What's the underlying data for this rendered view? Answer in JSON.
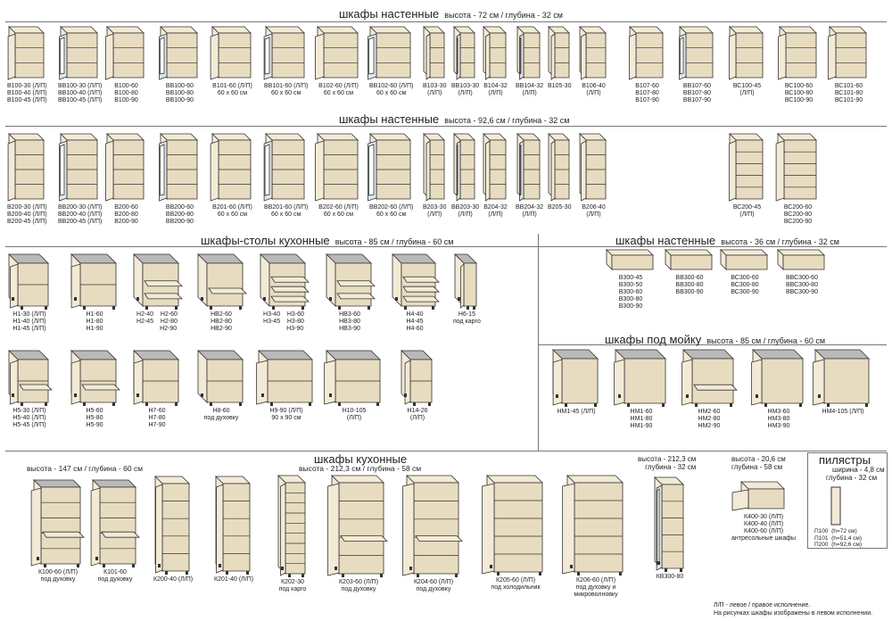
{
  "sections": {
    "wall1": {
      "title": "шкафы настенные",
      "dims": "высота - 72 см / глубина - 32 см"
    },
    "wall2": {
      "title": "шкафы настенные",
      "dims": "высота - 92,6 см / глубина - 32 см"
    },
    "base": {
      "title": "шкафы-столы кухонные",
      "dims": "высота - 85 см / глубина - 60 см"
    },
    "wall3": {
      "title": "шкафы настенные",
      "dims": "высота - 36 см / глубина - 32 см"
    },
    "sink": {
      "title": "шкафы под мойку",
      "dims": "высота - 85 см / глубина - 60 см"
    },
    "tall": {
      "title": "шкафы кухонные",
      "dims_a": "высота - 147 см / глубина - 60 см",
      "dims_b": "высота - 212,3 см / глубина - 58 см",
      "dims_c1": "высота - 212,3 см",
      "dims_c2": "глубина - 32 см",
      "dims_d1": "высота - 20,6 см",
      "dims_d2": "глубина - 58 см"
    },
    "pilasters": {
      "title": "пилястры",
      "w": "ширина - 4,8 см",
      "d": "глубина - 32 см",
      "items": "П100  (h=72 см)\nП101  (h=51,4 см)\nП200  (h=92,6 см)"
    }
  },
  "footnote": "Л/П - левое / правое исполнение.\nНа рисунках шкафы изображены в левом исполнении.",
  "row1": [
    "В100-30 (Л/П)\nВ100-40 (Л/П)\nВ100-45 (Л/П)",
    "ВВ100-30 (Л/П)\nВВ100-40 (Л/П)\nВВ100-45 (Л/П)",
    "В100-60\nВ100-80\nВ100-90",
    "ВВ100-60\nВВ100-80\nВВ100-90",
    "В101-60 (Л/П)\n60 х 60 см",
    "ВВ101-60 (Л/П)\n60 х 60 см",
    "В102-60 (Л/П)\n60 х 60 см",
    "ВВ102-60 (Л/П)\n60 х 60 см",
    "В103-30\n(Л/П)",
    "ВВ103-30\n(Л/П)",
    "В104-32\n(Л/П)",
    "ВВ104-32\n(Л/П)",
    "В105-30",
    "В106-40\n(Л/П)",
    "В107-60\nВ107-80\nВ107-90",
    "ВВ107-60\nВВ107-80\nВВ107-90",
    "ВС100-45\n(Л/П)",
    "ВС100-60\nВС100-80\nВС100-90",
    "ВС101-60\nВС101-80\nВС101-90"
  ],
  "row2": [
    "В200-30 (Л/П)\nВ200-40 (Л/П)\nВ200-45 (Л/П)",
    "ВВ200-30 (Л/П)\nВВ200-40 (Л/П)\nВВ200-45 (Л/П)",
    "В200-60\nВ200-80\nВ200-90",
    "ВВ200-60\nВВ200-80\nВВ200-90",
    "В201-60 (Л/П)\n60 х 60 см",
    "ВВ201-60 (Л/П)\n60 х 60 см",
    "В202-60 (Л/П)\n60 х 60 см",
    "ВВ202-60 (Л/П)\n60 х 60 см",
    "В203-30\n(Л/П)",
    "ВВ203-30\n(Л/П)",
    "В204-32\n(Л/П)",
    "ВВ204-32\n(Л/П)",
    "В205-30",
    "В206-40\n(Л/П)",
    "ВС200-45\n(Л/П)",
    "ВС200-60\nВС200-80\nВС200-90"
  ],
  "row3": [
    "Н1-30 (Л/П)\nН1-40 (Л/П)\nН1-45 (Л/П)",
    "Н1-60\nН1-80\nН1-90",
    "Н2-40    Н2-60\nН2-45    Н2-80\n             Н2-90",
    "НВ2-60\nНВ2-80\nНВ2-90",
    "Н3-40    Н3-60\nН3-45    Н3-80\n             Н3-90",
    "НВ3-60\nНВ3-80\nНВ3-90",
    "Н4-40\nН4-45\nН4-60",
    "Н6-15\nпод карго"
  ],
  "row4": [
    "Н5-30 (Л/П)\nН5-40 (Л/П)\nН5-45 (Л/П)",
    "Н5-60\nН5-80\nН5-90",
    "Н7-60\nН7-80\nН7-90",
    "Н8-60\nпод духовку",
    "Н9-90 (Л/П)\n90 х 90 см",
    "Н10-105\n(Л/П)",
    "Н14-26\n(Л/П)"
  ],
  "wall36": [
    "В300-45\nВ300-50\nВ300-60\nВ300-80\nВ300-90",
    "ВВ300-60\nВВ300-80\nВВ300-90",
    "ВС300-60\nВС300-80\nВС300-90",
    "ВВС300-60\nВВС300-80\nВВС300-90"
  ],
  "sinkItems": [
    "НМ1-45 (Л/П)",
    "НМ1-60\nНМ1-80\nНМ1-90",
    "НМ2-60\nНМ2-80\nНМ2-90",
    "НМ3-60\nНМ3-80\nНМ3-90",
    "НМ4-105 (Л/П)"
  ],
  "tallItems": [
    "К100-60 (Л/П)\nпод духовку",
    "К101-60\nпод духовку",
    "К200-40 (Л/П)",
    "К201-40 (Л/П)",
    "К202-30\nпод карго",
    "К203-60 (Л/П)\nпод духовку",
    "К204-60 (Л/П)\nпод духовку",
    "К205-60 (Л/П)\nпод холодильник",
    "К206-60 (Л/П)\nпод духовку и\nмикроволновку",
    "КВ300-80",
    "К400-30 (Л/П)\nК400-40 (Л/П)\nК400-60 (Л/П)\nантресольные шкафы"
  ]
}
